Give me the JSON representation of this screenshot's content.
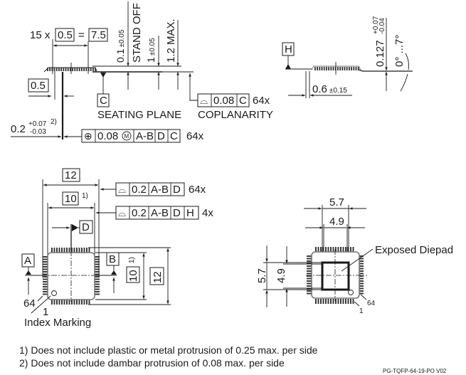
{
  "side_view": {
    "pitch_count": "15 x",
    "pitch": "0.5",
    "equals": "=",
    "pitch_total": "7.5",
    "standoff_value": "0.1",
    "standoff_tol": "±0.05",
    "standoff_label": "STAND OFF",
    "body_thickness": "1",
    "body_thickness_tol": "±0.05",
    "max_height": "1.2 MAX.",
    "lead_width_box": "0.5",
    "datum_c": "C",
    "seating_plane": "SEATING PLANE",
    "coplanarity": {
      "symbol": "⌓",
      "value": "0.08",
      "datum": "C",
      "count": "64x",
      "label": "COPLANARITY"
    },
    "lead_width": {
      "value": "0.2",
      "tol_plus": "+0.07",
      "tol_minus": "-0.03",
      "note": "2)"
    },
    "position_tol": {
      "symbol": "⊕",
      "value": "0.08",
      "modifier": "M",
      "datum1": "A-B",
      "datum2": "D",
      "datum3": "C",
      "count": "64x"
    }
  },
  "lead_detail": {
    "datum_h": "H",
    "lead_thickness": "0.127",
    "lead_thickness_plus": "+0.07",
    "lead_thickness_minus": "-0.04",
    "angle": "0° ...7°",
    "foot_length": "0.6",
    "foot_length_tol": "±0.15"
  },
  "top_view": {
    "overall": "12",
    "body": "10",
    "body_note": "1)",
    "profile_1": {
      "symbol": "⌓",
      "value": "0.2",
      "datum1": "A-B",
      "datum2": "D",
      "count": "64x"
    },
    "profile_2": {
      "symbol": "⌓",
      "value": "0.2",
      "datum1": "A-B",
      "datum2": "D",
      "datum3": "H",
      "count": "4x"
    },
    "datum_d": "D",
    "datum_a": "A",
    "datum_b": "B",
    "pin_64": "64",
    "pin_1": "1",
    "index_marking": "Index Marking"
  },
  "bottom_view": {
    "pad_outer": "5.7",
    "pad_inner": "4.9",
    "pad_outer_v": "5.7",
    "pad_inner_v": "4.9",
    "exposed_diepad": "Exposed Diepad",
    "pin_64": "64",
    "pin_1": "1"
  },
  "notes": [
    "1) Does not include plastic or metal protrusion of 0.25 max. per side",
    "2) Does not include dambar protrusion of 0.08 max. per side"
  ],
  "drawing_id": "PG-TQFP-64-19-PO  V02"
}
